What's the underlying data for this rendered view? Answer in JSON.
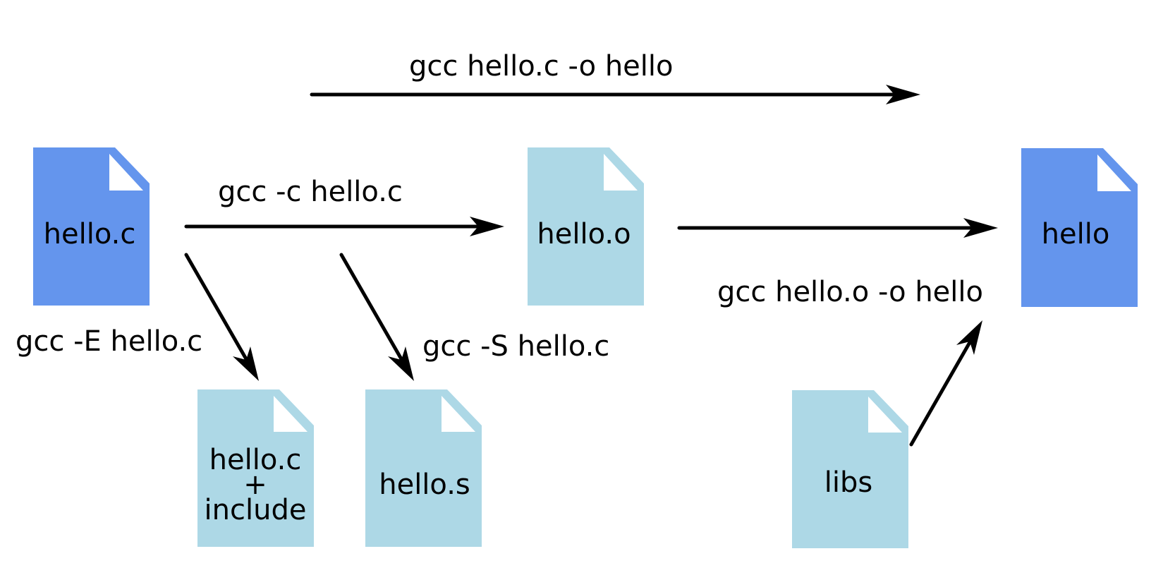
{
  "colors": {
    "source_file": "#6495ed",
    "intermediate_file": "#add8e6",
    "fold": "#ffffff",
    "arrow": "#000000"
  },
  "files": {
    "source": {
      "label": "hello.c",
      "icon": "document-icon"
    },
    "object": {
      "label": "hello.o",
      "icon": "document-icon"
    },
    "executable": {
      "label": "hello",
      "icon": "document-icon"
    },
    "preprocessed": {
      "line1": "hello.c",
      "line2": "+",
      "line3": "include",
      "icon": "document-icon"
    },
    "assembly": {
      "label": "hello.s",
      "icon": "document-icon"
    },
    "libs": {
      "label": "libs",
      "icon": "document-icon"
    }
  },
  "commands": {
    "full_build": "gcc hello.c -o hello",
    "compile": "gcc -c hello.c",
    "link": "gcc hello.o -o hello",
    "preprocess": "gcc -E hello.c",
    "assemble": "gcc -S hello.c"
  }
}
